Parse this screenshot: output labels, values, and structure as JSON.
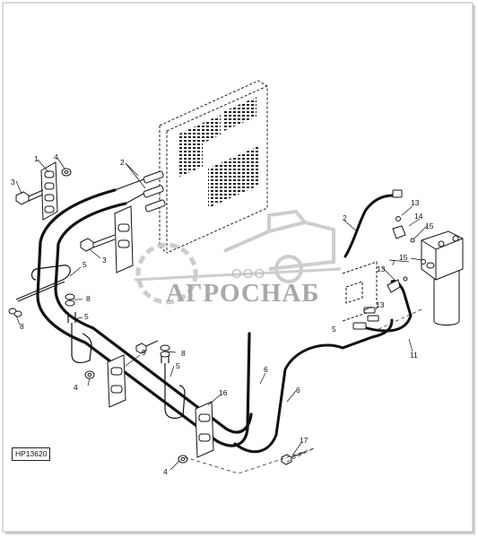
{
  "figure_id": "HP13620",
  "watermark": {
    "line1": "ООО",
    "line2": "АГРОСНАБ"
  },
  "callouts": [
    {
      "id": "c1",
      "text": "1"
    },
    {
      "id": "c2a",
      "text": "2"
    },
    {
      "id": "c2b",
      "text": "2"
    },
    {
      "id": "c3a",
      "text": "3"
    },
    {
      "id": "c3b",
      "text": "3"
    },
    {
      "id": "c4a",
      "text": "4"
    },
    {
      "id": "c4b",
      "text": "4"
    },
    {
      "id": "c4c",
      "text": "4"
    },
    {
      "id": "c5a",
      "text": "5"
    },
    {
      "id": "c5b",
      "text": "5"
    },
    {
      "id": "c5c",
      "text": "5"
    },
    {
      "id": "c5d",
      "text": "5"
    },
    {
      "id": "c6a",
      "text": "6"
    },
    {
      "id": "c6b",
      "text": "6"
    },
    {
      "id": "c7",
      "text": "7"
    },
    {
      "id": "c8a",
      "text": "8"
    },
    {
      "id": "c8b",
      "text": "8"
    },
    {
      "id": "c8c",
      "text": "8"
    },
    {
      "id": "c9",
      "text": "9"
    },
    {
      "id": "c11",
      "text": "11"
    },
    {
      "id": "c13a",
      "text": "13"
    },
    {
      "id": "c13b",
      "text": "13"
    },
    {
      "id": "c13c",
      "text": "13"
    },
    {
      "id": "c14",
      "text": "14"
    },
    {
      "id": "c15a",
      "text": "15"
    },
    {
      "id": "c15b",
      "text": "15"
    },
    {
      "id": "c16",
      "text": "16"
    },
    {
      "id": "c17",
      "text": "17"
    }
  ]
}
